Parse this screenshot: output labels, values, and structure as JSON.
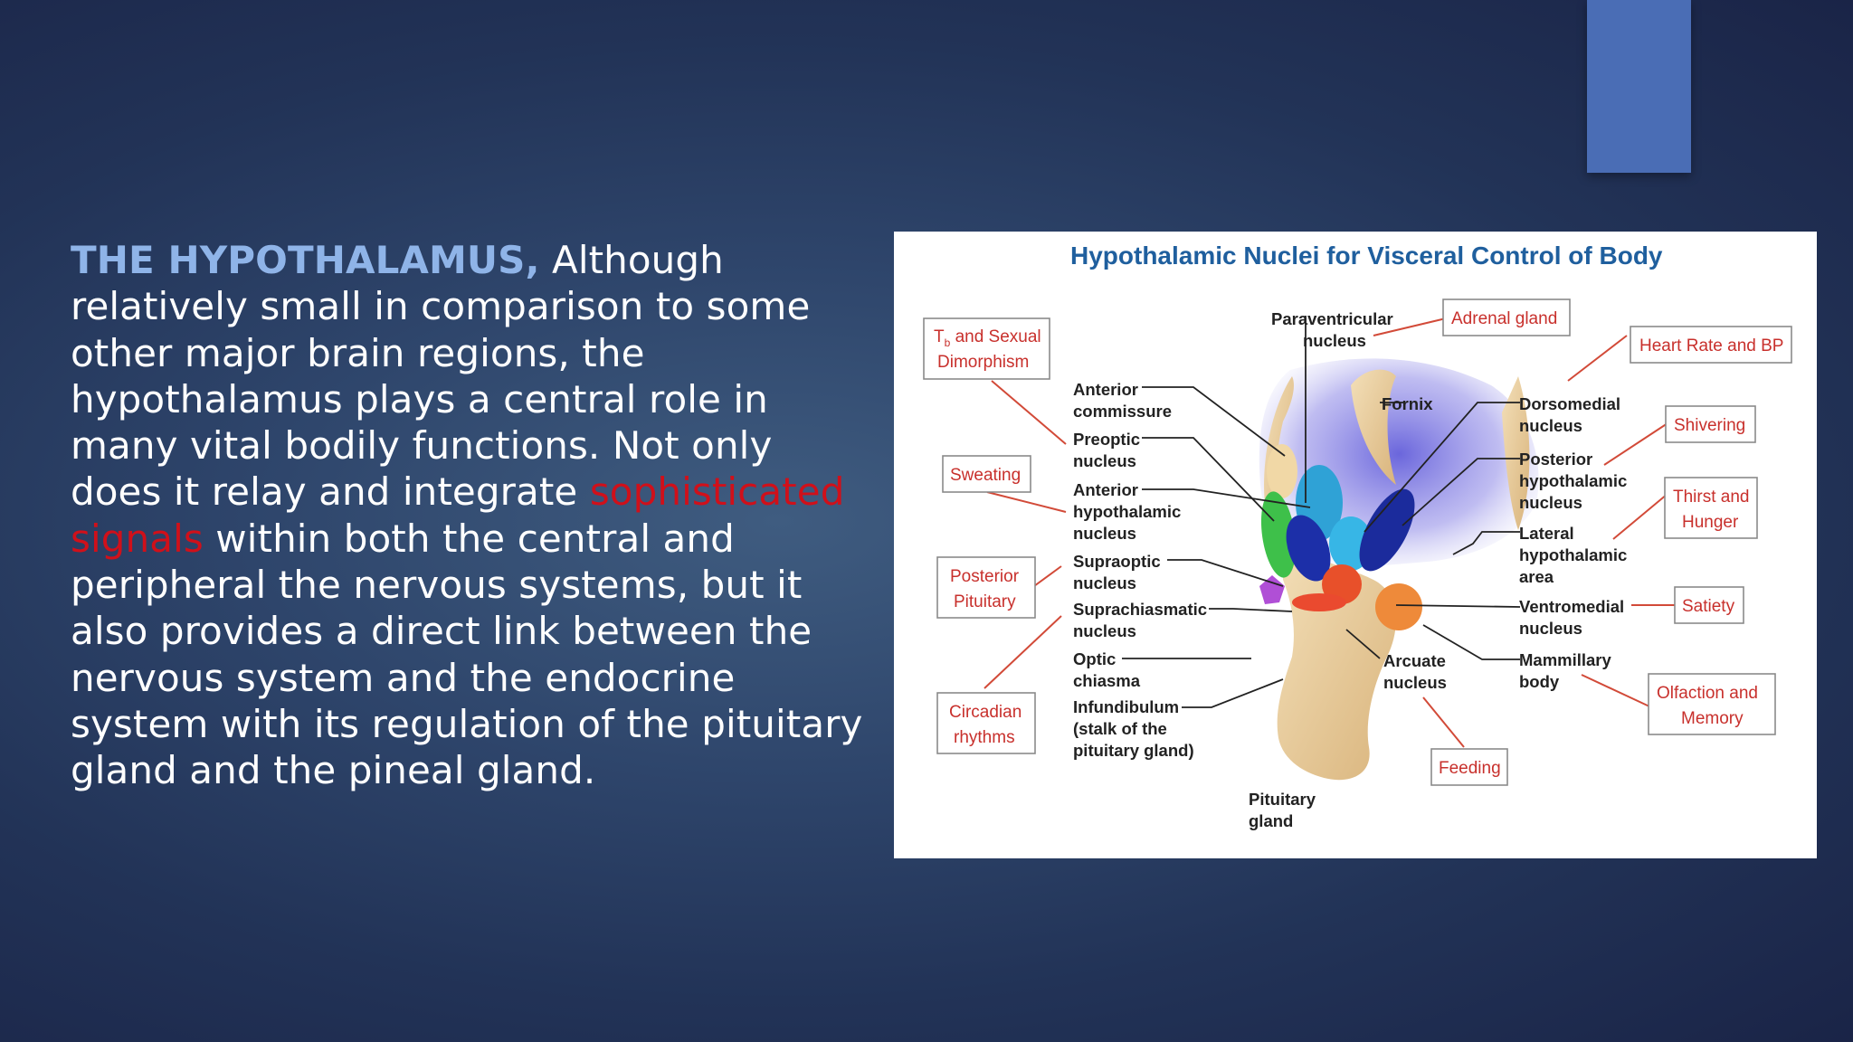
{
  "slide": {
    "heading": "THE HYPOTHALAMUS,",
    "text_before": " Although relatively small in comparison to some other major brain regions, the hypothalamus plays a central role in many vital bodily functions. Not only does it relay and integrate ",
    "highlight": "sophisticated signals",
    "text_after": " within both the central and peripheral the nervous systems, but it also provides a direct link between the nervous system and the endocrine system with its regulation of the pituitary gland and the pineal gland."
  },
  "figure": {
    "title": "Hypothalamic Nuclei for Visceral Control of Body",
    "nuclei": {
      "paraventricular": [
        "Paraventricular",
        "nucleus"
      ],
      "anterior_commissure": [
        "Anterior",
        "commissure"
      ],
      "preoptic": [
        "Preoptic",
        "nucleus"
      ],
      "anterior_hypothalamic": [
        "Anterior",
        "hypothalamic",
        "nucleus"
      ],
      "supraoptic": [
        "Supraoptic",
        "nucleus"
      ],
      "suprachiasmatic": [
        "Suprachiasmatic",
        "nucleus"
      ],
      "optic_chiasma": [
        "Optic",
        "chiasma"
      ],
      "infundibulum": [
        "Infundibulum",
        "(stalk of the",
        "pituitary gland)"
      ],
      "pituitary": [
        "Pituitary",
        "gland"
      ],
      "fornix": [
        "Fornix"
      ],
      "dorsomedial": [
        "Dorsomedial",
        "nucleus"
      ],
      "posterior": [
        "Posterior",
        "hypothalamic",
        "nucleus"
      ],
      "lateral": [
        "Lateral",
        "hypothalamic",
        "area"
      ],
      "ventromedial": [
        "Ventromedial",
        "nucleus"
      ],
      "mammillary": [
        "Mammillary",
        "body"
      ],
      "arcuate": [
        "Arcuate",
        "nucleus"
      ]
    },
    "functions": {
      "tb_sexual": {
        "t": "T",
        "sub": "b",
        "rest": " and Sexual",
        "line2": "Dimorphism"
      },
      "sweating": [
        "Sweating"
      ],
      "posterior_pituitary": [
        "Posterior",
        "Pituitary"
      ],
      "circadian": [
        "Circadian",
        "rhythms"
      ],
      "adrenal": [
        "Adrenal gland"
      ],
      "heart_rate": [
        "Heart Rate and BP"
      ],
      "shivering": [
        "Shivering"
      ],
      "thirst": [
        "Thirst and",
        "Hunger"
      ],
      "satiety": [
        "Satiety"
      ],
      "olfaction": [
        "Olfaction and",
        "Memory"
      ],
      "feeding": [
        "Feeding"
      ]
    }
  }
}
